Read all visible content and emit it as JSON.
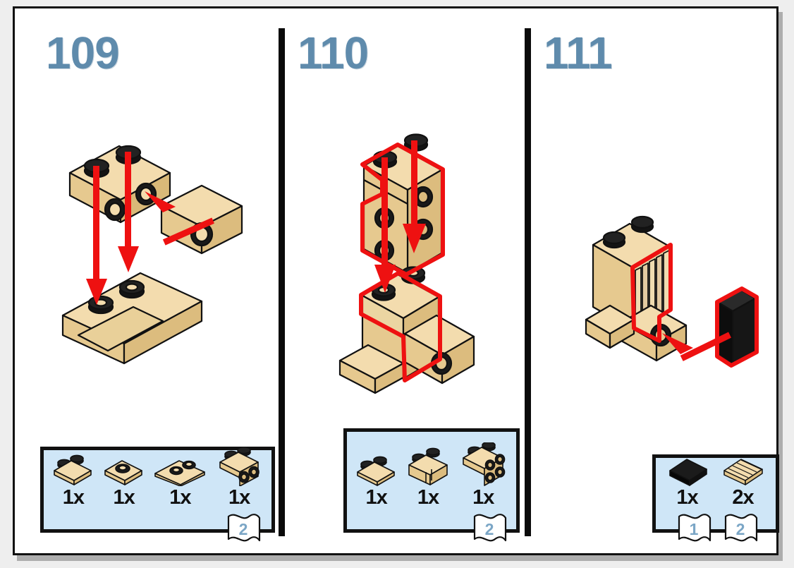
{
  "document": {
    "type": "lego-building-instructions",
    "page_background": "#eeeeee",
    "page_color": "#ffffff",
    "accent_color": "#5f8bac",
    "parts_box_color": "#cfe6f7",
    "highlight_color": "#ee1111",
    "brick_tan": "#efd9a8",
    "brick_black": "#111111"
  },
  "steps": [
    {
      "number": "109",
      "assembly": {
        "description": "Two 1x2 plates with side studs attach downward onto a 1x4 plate; a 1x2 plate with side stud attaches from the right",
        "arrows": [
          "down",
          "down",
          "left-up"
        ]
      },
      "parts": [
        {
          "name": "plate-1x2",
          "qty": "1x"
        },
        {
          "name": "plate-1x2-with-stud",
          "qty": "1x"
        },
        {
          "name": "plate-1x4-with-studs",
          "qty": "1x"
        },
        {
          "name": "bracket-1x2-with-side-studs",
          "qty": "1x"
        }
      ],
      "bags": [
        "2"
      ]
    },
    {
      "number": "110",
      "assembly": {
        "description": "A 1x2-2x2 bracket (highlighted red) lowers onto a 1x2 brick assembly",
        "arrows": [
          "down",
          "down"
        ]
      },
      "parts": [
        {
          "name": "plate-1x2",
          "qty": "1x"
        },
        {
          "name": "brick-1x2-with-groove",
          "qty": "1x"
        },
        {
          "name": "bracket-1x2-2x2",
          "qty": "1x"
        }
      ],
      "bags": [
        "2"
      ]
    },
    {
      "number": "111",
      "assembly": {
        "description": "Grille bricks attached (highlighted red) and a black 1x2 tile attaches to the side stud from the right",
        "arrows": [
          "left-up"
        ]
      },
      "parts": [
        {
          "name": "tile-1x2-black",
          "qty": "1x"
        },
        {
          "name": "grille-tile-1x2-tan",
          "qty": "2x"
        }
      ],
      "bags": [
        "1",
        "2"
      ]
    }
  ]
}
